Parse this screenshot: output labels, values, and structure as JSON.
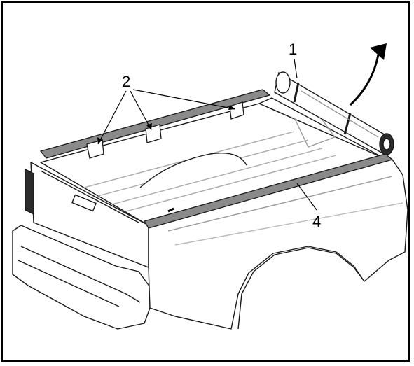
{
  "callouts": {
    "c1": "1",
    "c2": "2",
    "c4": "4"
  },
  "colors": {
    "line": "#000000",
    "outline": "#1a1a1a",
    "light_fill": "#ffffff",
    "shade": "#d9d9d9",
    "dark_fill": "#2b2b2b",
    "rail_fill": "#8a8a8a"
  }
}
